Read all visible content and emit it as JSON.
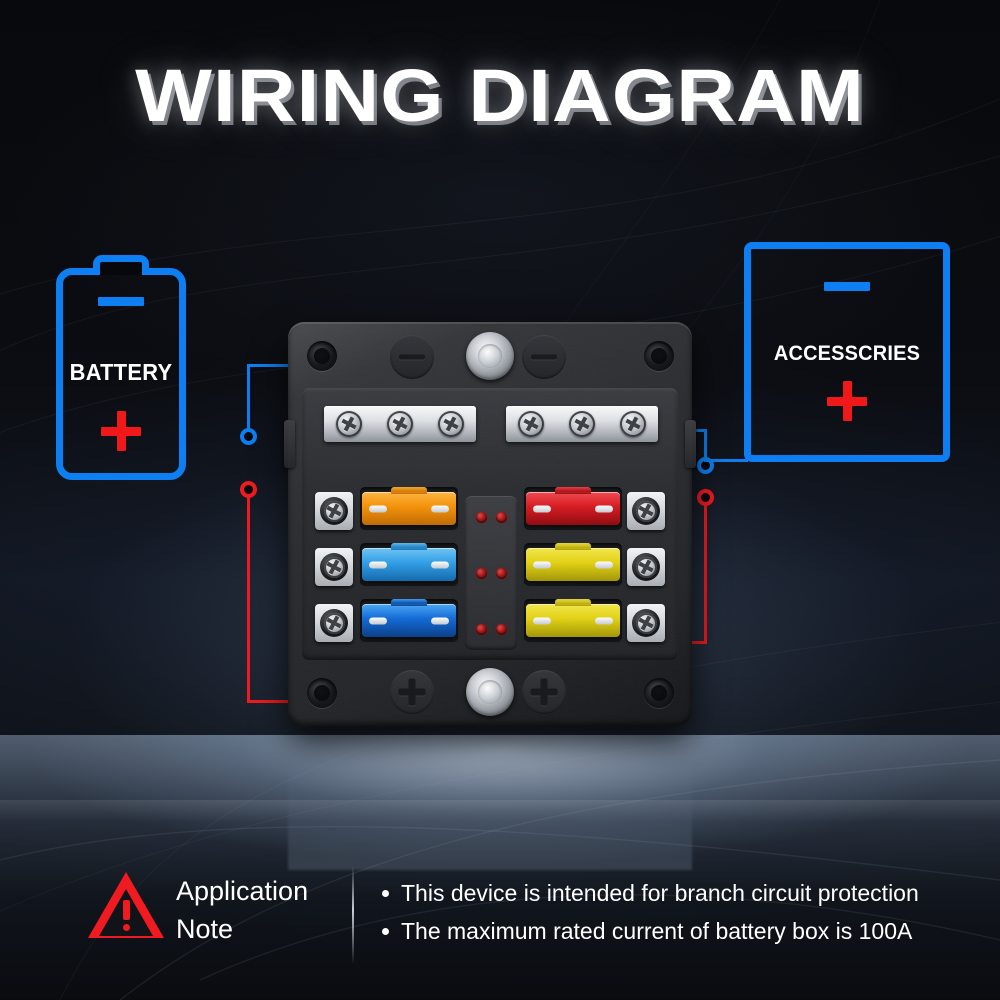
{
  "page": {
    "title": "WIRING DIAGRAM"
  },
  "colors": {
    "blue": "#0d7ff2",
    "red": "#ef1b20",
    "plus_red": "#f01818",
    "white": "#ffffff",
    "background": "#07080b"
  },
  "battery": {
    "label": "BATTERY",
    "minus_symbol": "–",
    "plus_symbol": "+"
  },
  "accessories": {
    "label": "ACCESSCRIES",
    "minus_symbol": "–",
    "plus_symbol": "+"
  },
  "device": {
    "name": "6-way blade fuse block",
    "top_stud": "negative-input-stud",
    "bottom_stud": "positive-input-stud",
    "top_recess_marks": [
      "–",
      "–"
    ],
    "bottom_recess_marks": [
      "+",
      "+"
    ],
    "busbars": [
      {
        "name": "left-busbar",
        "screw_count": 3
      },
      {
        "name": "right-busbar",
        "screw_count": 3
      }
    ],
    "fuses": [
      {
        "position": "row1-left",
        "color": "#f59207"
      },
      {
        "position": "row1-right",
        "color": "#d71a20"
      },
      {
        "position": "row2-left",
        "color": "#2f9fe8"
      },
      {
        "position": "row2-right",
        "color": "#e3d213"
      },
      {
        "position": "row3-left",
        "color": "#1069d8"
      },
      {
        "position": "row3-right",
        "color": "#e3d213"
      }
    ],
    "led_count": 6,
    "led_color": "#a31414",
    "side_terminals_left": 3,
    "side_terminals_right": 3,
    "mounting_holes": 4
  },
  "wires": {
    "battery_negative": {
      "color": "#0d7ff2",
      "from": "battery",
      "to": "top-stud"
    },
    "battery_positive": {
      "color": "#ef1b20",
      "from": "battery",
      "to": "bottom-stud"
    },
    "accessory_negative": {
      "color": "#0d7ff2",
      "from": "right-busbar-screw",
      "to": "accessories"
    },
    "accessory_positive": {
      "color": "#ef1b20",
      "from": "accessories",
      "to": "right-bottom-terminal"
    }
  },
  "note": {
    "heading_line1": "Application",
    "heading_line2": "Note",
    "bullets": [
      "This device is intended for branch circuit protection",
      "The maximum rated current of battery box is 100A"
    ]
  }
}
